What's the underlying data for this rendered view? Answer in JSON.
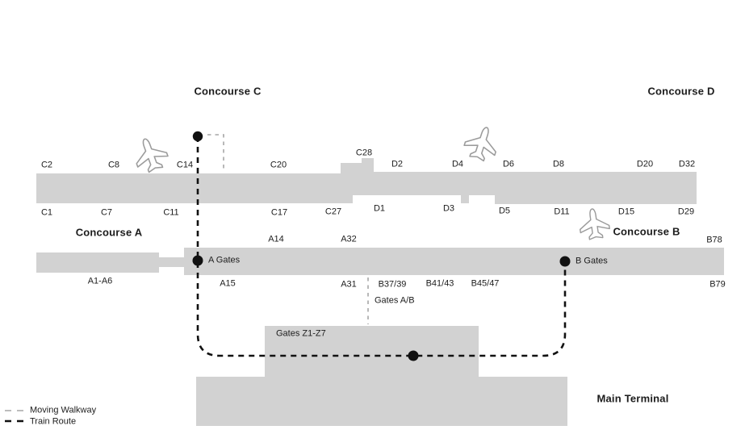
{
  "concourses": {
    "c": "Concourse C",
    "d": "Concourse D",
    "a": "Concourse A",
    "b": "Concourse B"
  },
  "gates_top_upper": {
    "c2": "C2",
    "c8": "C8",
    "c14": "C14",
    "c20": "C20",
    "c28": "C28",
    "d2": "D2",
    "d4": "D4",
    "d6": "D6",
    "d8": "D8",
    "d20": "D20",
    "d32": "D32"
  },
  "gates_top_lower": {
    "c1": "C1",
    "c7": "C7",
    "c11": "C11",
    "c17": "C17",
    "c27": "C27",
    "d1": "D1",
    "d3": "D3",
    "d5": "D5",
    "d11": "D11",
    "d15": "D15",
    "d29": "D29"
  },
  "gates_mid_upper": {
    "a14": "A14",
    "a32": "A32",
    "b78": "B78"
  },
  "gates_mid_lower": {
    "a1_a6": "A1-A6",
    "a15": "A15",
    "a31": "A31",
    "b37_39": "B37/39",
    "b41_43": "B41/43",
    "b45_47": "B45/47",
    "b79": "B79"
  },
  "stations": {
    "a_gates": "A Gates",
    "b_gates": "B Gates"
  },
  "areas": {
    "gates_ab": "Gates A/B",
    "gates_z": "Gates Z1-Z7",
    "main_terminal": "Main Terminal"
  },
  "legend": {
    "moving_walkway": "Moving Walkway",
    "train_route": "Train Route"
  },
  "icons": {
    "airplane": "airplane-icon",
    "train_station": "train-station-dot"
  },
  "colors": {
    "concourse_fill": "#d2d2d2",
    "train_route": "#111111",
    "moving_walkway": "#a6a6a6",
    "text": "#1c1c1c"
  }
}
